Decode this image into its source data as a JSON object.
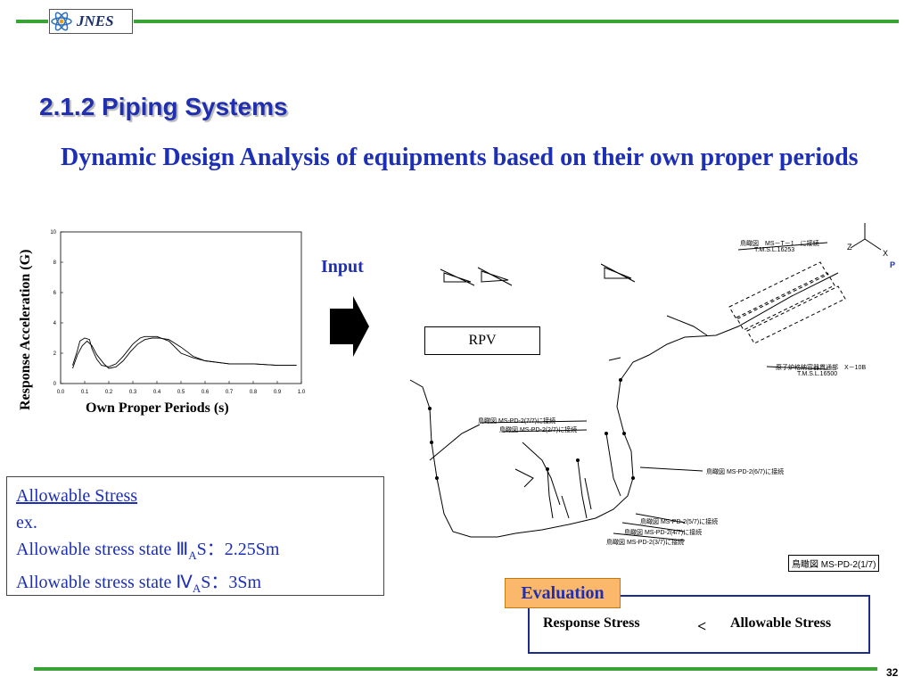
{
  "header": {
    "logo_text": "JNES"
  },
  "slide": {
    "section_title": "2.1.2 Piping Systems",
    "subtitle": "Dynamic Design Analysis of equipments based on their own proper periods",
    "page_number": "32"
  },
  "chart": {
    "ylabel": "Response Acceleration  (G)",
    "xlabel": "Own Proper Periods  (s)",
    "x_ticks": [
      "0.0",
      "0.1",
      "0.2",
      "0.3",
      "0.4",
      "0.5",
      "0.6",
      "0.7",
      "0.8",
      "0.9",
      "1.0"
    ],
    "y_ticks": [
      "10",
      "8",
      "6",
      "4",
      "2",
      "0"
    ]
  },
  "chart_data": {
    "type": "line",
    "xlabel": "Own Proper Periods  (s)",
    "ylabel": "Response Acceleration  (G)",
    "xlim": [
      0.0,
      1.0
    ],
    "ylim": [
      0,
      10
    ],
    "grid": false,
    "series": [
      {
        "x": [
          0.05,
          0.07,
          0.08,
          0.1,
          0.12,
          0.13,
          0.15,
          0.17,
          0.2,
          0.23,
          0.26,
          0.3,
          0.33,
          0.35,
          0.37,
          0.4,
          0.45,
          0.5,
          0.55,
          0.6,
          0.7,
          0.8,
          0.9,
          0.98
        ],
        "y": [
          1.2,
          2.2,
          2.8,
          3.0,
          2.9,
          2.3,
          1.6,
          1.2,
          1.1,
          1.3,
          1.8,
          2.6,
          3.0,
          3.1,
          3.1,
          3.1,
          2.8,
          2.0,
          1.7,
          1.5,
          1.3,
          1.3,
          1.2,
          1.2
        ]
      },
      {
        "x": [
          0.05,
          0.07,
          0.09,
          0.11,
          0.13,
          0.15,
          0.18,
          0.2,
          0.23,
          0.26,
          0.29,
          0.32,
          0.35,
          0.38,
          0.41,
          0.45,
          0.5,
          0.55,
          0.6,
          0.7,
          0.8,
          0.9,
          0.98
        ],
        "y": [
          1.0,
          1.9,
          2.5,
          2.8,
          2.5,
          1.9,
          1.3,
          1.0,
          1.1,
          1.5,
          2.1,
          2.6,
          2.9,
          3.0,
          3.0,
          2.9,
          2.4,
          1.8,
          1.5,
          1.3,
          1.3,
          1.2,
          1.2
        ]
      }
    ]
  },
  "input_label": "Input",
  "rpv_label": "RPV",
  "allowable": {
    "title": "Allowable Stress",
    "ex": "ex.",
    "line1_prefix": "Allowable stress state Ⅲ",
    "line1_sub": "A",
    "line1_suffix": "S：2.25Sm",
    "line2_prefix": "Allowable stress state Ⅳ",
    "line2_sub": "A",
    "line2_suffix": "S：3Sm"
  },
  "evaluation": {
    "tag": "Evaluation",
    "left": "Response Stress",
    "op": "<",
    "right": "Allowable Stress"
  },
  "diagram": {
    "labels": {
      "top": "鳥瞰図　MS－T－1　に接続",
      "top_sub": "T.M.S.L.16253",
      "mid": "原子炉格納容器貫通部　X－10B",
      "mid_sub": "T.M.S.L.16500",
      "l1": "鳥瞰図 MS-PD-2(7/7)に接続",
      "l2": "鳥瞰図 MS-PD-2(2/7)に接続",
      "l3": "鳥瞰図 MS-PD-2(6/7)に接続",
      "l4": "鳥瞰図 MS-PD-2(5/7)に接続",
      "l5": "鳥瞰図 MS-PD-2(4/7)に接続",
      "l6": "鳥瞰図 MS-PD-2(3/7)に接続",
      "axis_z": "Z",
      "axis_x": "X",
      "axis_p": "P",
      "ref": "鳥瞰図 MS-PD-2(1/7)"
    }
  }
}
